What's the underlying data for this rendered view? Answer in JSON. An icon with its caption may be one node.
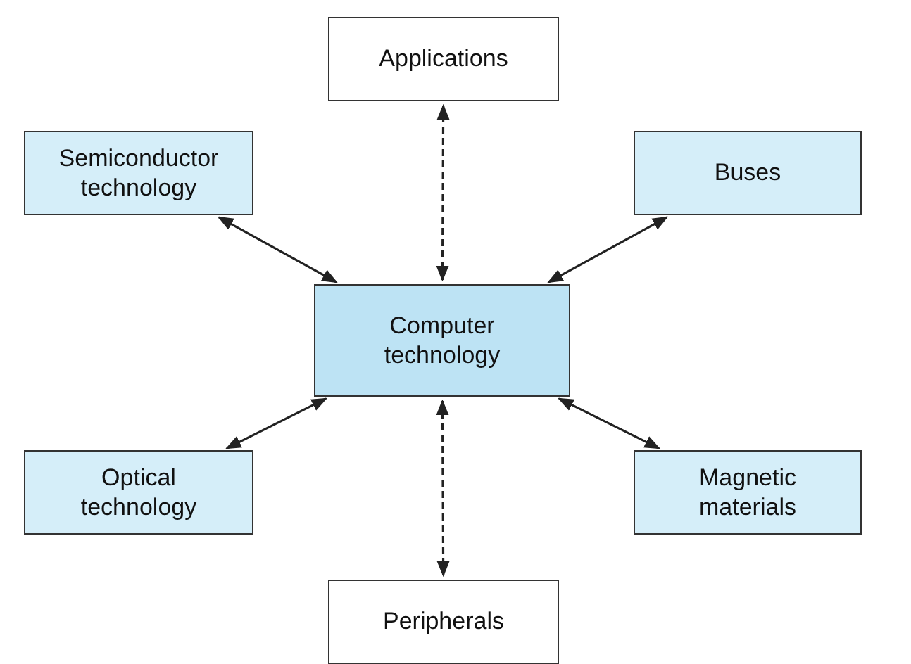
{
  "diagram": {
    "nodes": [
      {
        "text": [
          "Applications"
        ]
      },
      {
        "text": [
          "Semiconductor technology"
        ]
      },
      {
        "text": [
          "Buses"
        ]
      },
      {
        "text": [
          "Computer technology"
        ]
      },
      {
        "text": [
          "Optical technology"
        ]
      },
      {
        "text": [
          "Magnetic materials"
        ]
      },
      {
        "text": [
          "Peripherals"
        ]
      }
    ],
    "edges": [
      {
        "from": 3,
        "to": 0,
        "arrow": "both",
        "style": "dashed"
      },
      {
        "from": 1,
        "to": 3,
        "arrow": "both"
      },
      {
        "from": 2,
        "to": 3,
        "arrow": "both"
      },
      {
        "from": 4,
        "to": 3,
        "arrow": "both"
      },
      {
        "from": 5,
        "to": 3,
        "arrow": "both"
      },
      {
        "from": 3,
        "to": 6,
        "arrow": "both",
        "style": "dashed"
      }
    ]
  }
}
